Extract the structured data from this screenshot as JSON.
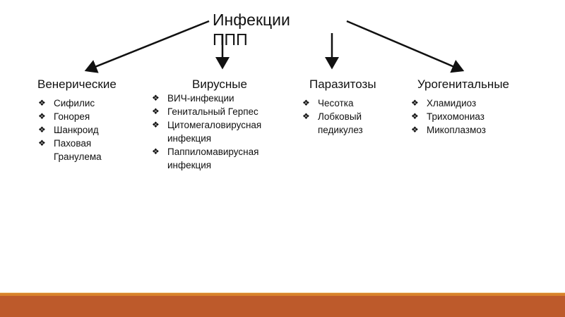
{
  "title": "Инфекции ППП",
  "categories": [
    {
      "heading": "Венерические",
      "items": [
        "Сифилис",
        "Гонорея",
        "Шанкроид",
        "Паховая Гранулема"
      ]
    },
    {
      "heading": "Вирусные",
      "items": [
        "ВИЧ-инфекции",
        "Генитальный Герпес",
        "Цитомегаловирусная инфекция",
        "Паппиломавирусная инфекция"
      ]
    },
    {
      "heading": "Паразитозы",
      "items": [
        "Чесотка",
        "Лобковый педикулез"
      ]
    },
    {
      "heading": "Урогенитальные",
      "items": [
        "Хламидиоз",
        "Трихомониаз",
        "Микоплазмоз"
      ]
    }
  ],
  "bullet_icon": "diamond-cluster-icon",
  "colors": {
    "band": "#bd5a2b",
    "band_line": "#d9822b"
  }
}
